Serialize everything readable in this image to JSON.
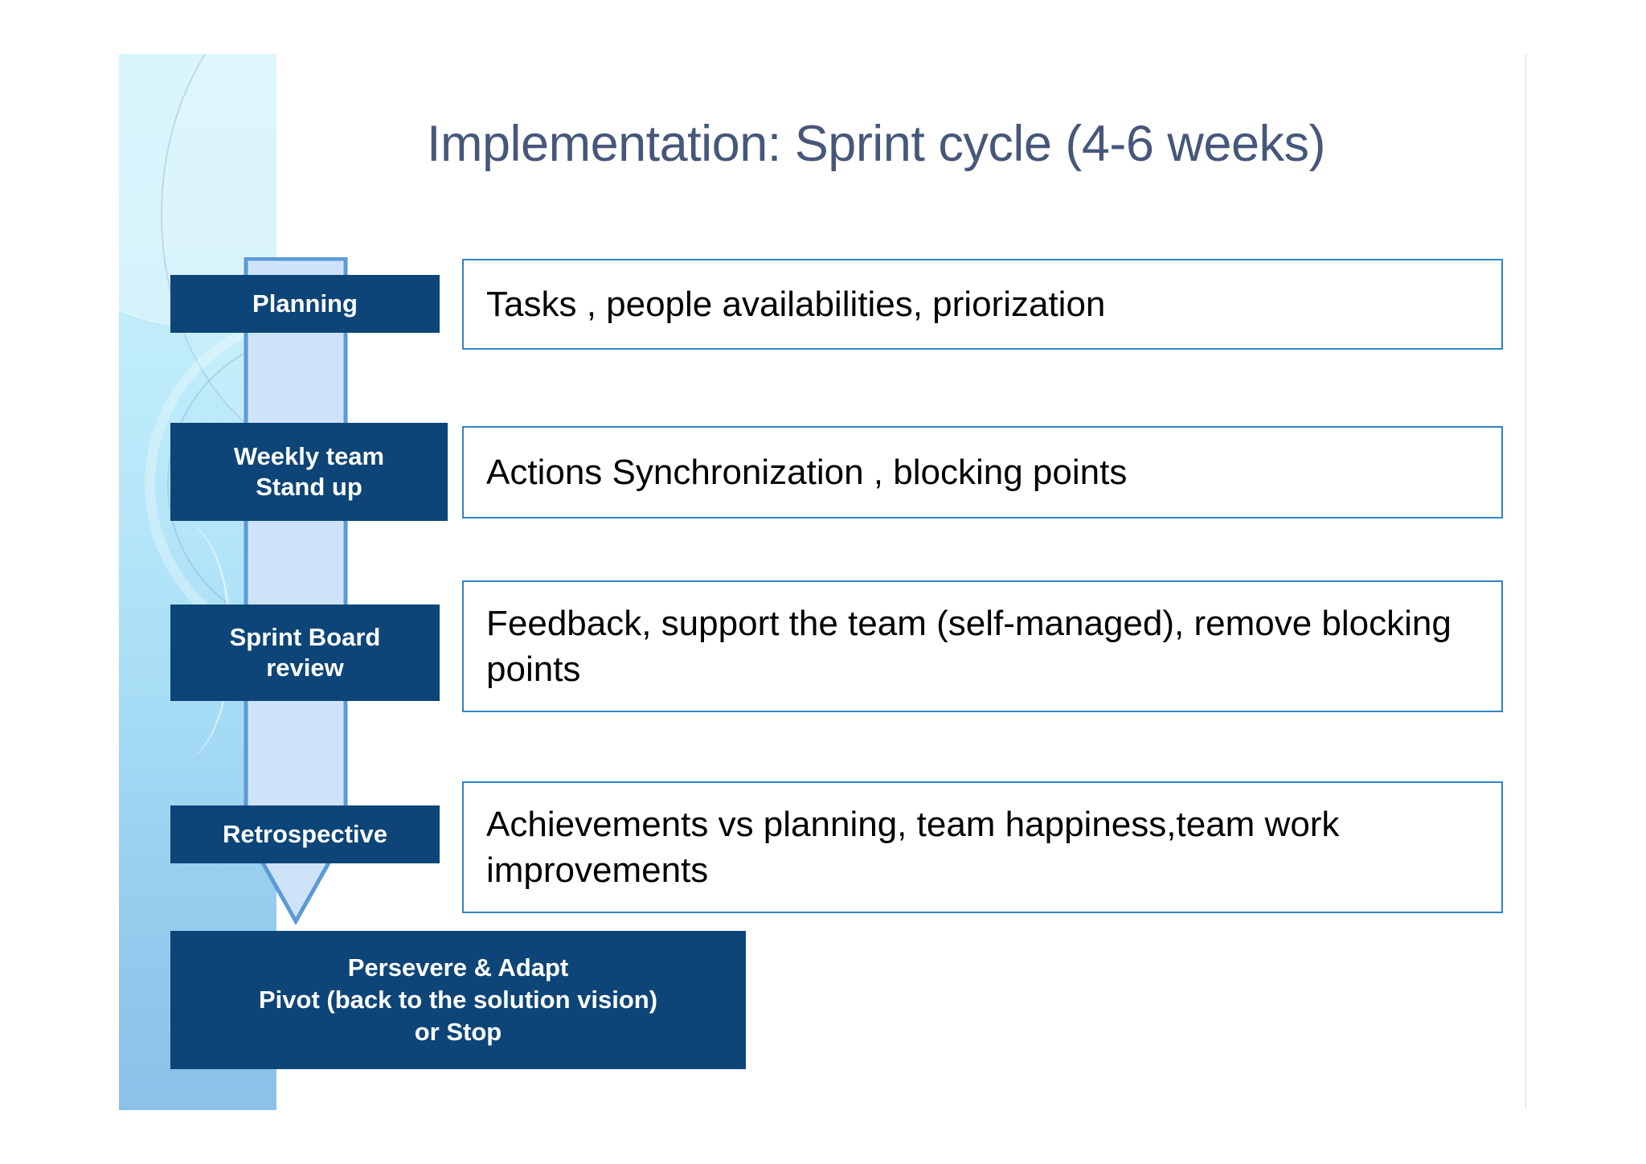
{
  "slide": {
    "title": "Implementation: Sprint cycle (4-6 weeks)",
    "colors": {
      "title_text": "#46577a",
      "label_fill": "#0d4578",
      "label_text": "#ffffff",
      "box_border": "#3185c6",
      "box_text": "#000000",
      "arrow_fill": "#cfe3f8",
      "arrow_stroke": "#5b9bd5",
      "band_top": "#ccf1fb",
      "band_bottom": "#8bc1e8"
    }
  },
  "stages": [
    {
      "label": "Planning",
      "description": "Tasks , people availabilities,  priorization"
    },
    {
      "label": "Weekly team\nStand up",
      "description": "Actions Synchronization , blocking points"
    },
    {
      "label": "Sprint Board\nreview",
      "description": "Feedback, support the team (self-managed), remove blocking points"
    },
    {
      "label": "Retrospective",
      "description": "Achievements vs planning, team happiness,team work improvements"
    }
  ],
  "conclusion": {
    "text": "Persevere  & Adapt\nPivot (back to the solution vision)\nor Stop"
  },
  "icons": {
    "flow_arrow": "down-arrow-icon"
  }
}
